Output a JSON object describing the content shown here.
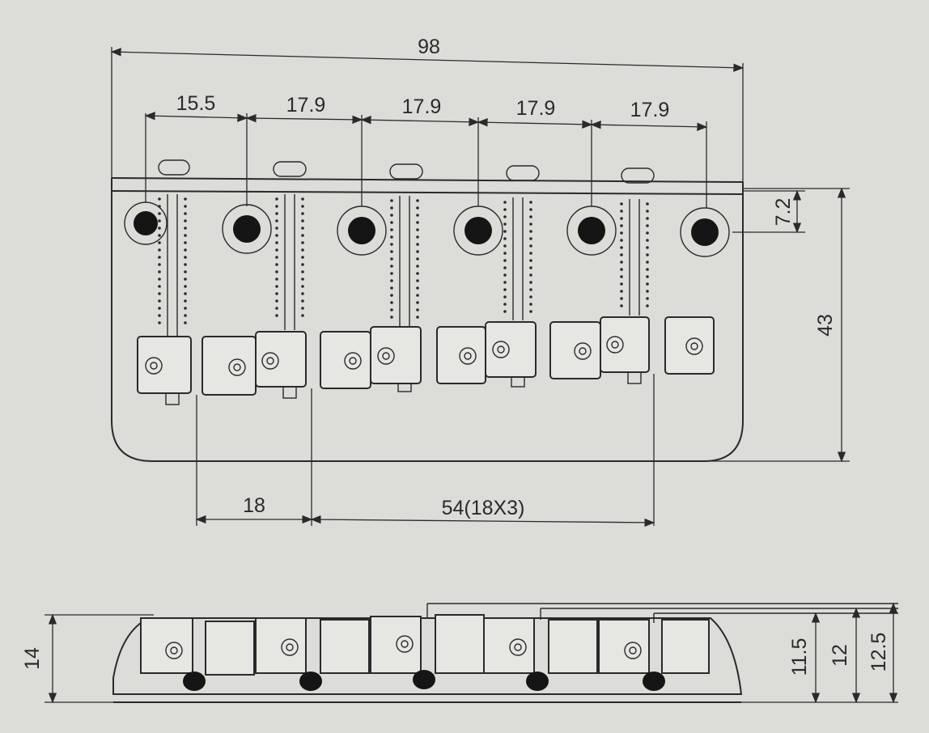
{
  "top_view": {
    "overall_width": "98",
    "spacing_first": "15.5",
    "spacing": [
      "17.9",
      "17.9",
      "17.9",
      "17.9"
    ],
    "hole_offset": "7.2",
    "overall_depth": "43",
    "saddle_spacing": "18",
    "saddle_span": "54(18X3)"
  },
  "side_view": {
    "overall_height": "14",
    "heights": [
      "11.5",
      "12",
      "12.5"
    ]
  }
}
